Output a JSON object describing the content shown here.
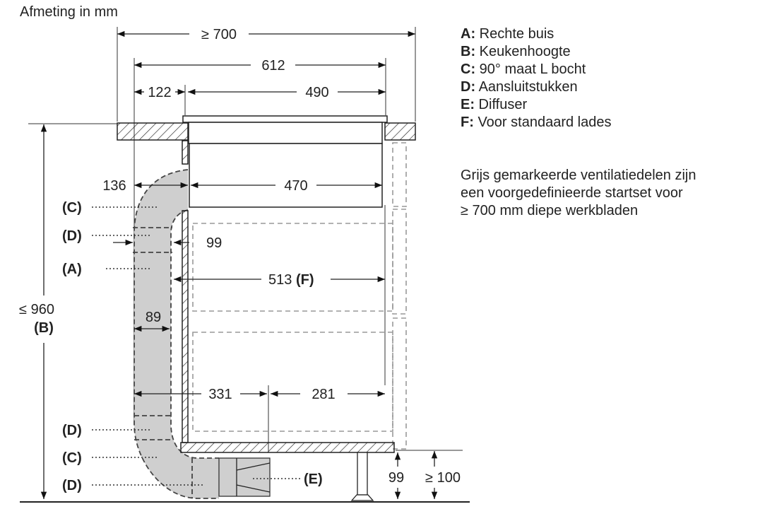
{
  "title": "Afmeting in mm",
  "dimensions": {
    "total_depth": "≥ 700",
    "hob_depth": "612",
    "offset": "122",
    "hob_body": "490",
    "duct_offset": "136",
    "box_width": "470",
    "duct_width": "99",
    "drawer_depth": "513",
    "drawer_label": "(F)",
    "pipe_width": "89",
    "left_depth": "331",
    "right_depth": "281",
    "height": "≤ 960",
    "height_label": "(B)",
    "plinth": "99",
    "plinth_min": "≥ 100"
  },
  "callouts": {
    "c1": "(C)",
    "d1": "(D)",
    "a": "(A)",
    "d2": "(D)",
    "c2": "(C)",
    "d3": "(D)",
    "e": "(E)"
  },
  "legend": [
    {
      "key": "A:",
      "text": " Rechte buis"
    },
    {
      "key": "B:",
      "text": " Keukenhoogte"
    },
    {
      "key": "C:",
      "text": " 90° maat L bocht"
    },
    {
      "key": "D:",
      "text": " Aansluitstukken"
    },
    {
      "key": "E:",
      "text": " Diffuser"
    },
    {
      "key": "F:",
      "text": " Voor standaard lades"
    }
  ],
  "note": [
    "Grijs gemarkeerde ventilatiedelen zijn",
    "een voorgedefinieerde startset voor",
    "≥ 700 mm diepe werkbladen"
  ]
}
